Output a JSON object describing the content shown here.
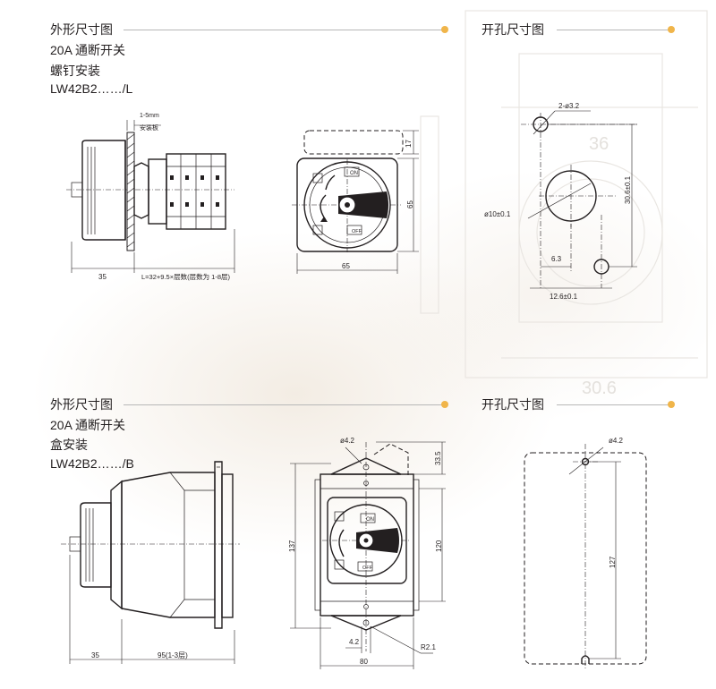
{
  "top": {
    "outline_title": "外形尺寸图",
    "cutout_title": "开孔尺寸图",
    "lines": [
      "20A 通断开关",
      "螺钉安装",
      "LW42B2……/L"
    ],
    "side_view": {
      "panel_label_1": "1-5mm",
      "panel_label_2": "安装板",
      "dim_left": "35",
      "dim_length": "L=32+9.5×层数(层数为 1-8层)"
    },
    "front_view": {
      "dim_top": "17",
      "dim_height": "65",
      "dim_width": "65",
      "on_label": "ON",
      "off_label": "OFF"
    },
    "cutout": {
      "holes_label": "2-ø3.2",
      "center_label": "ø10±0.1",
      "dim_63": "6.3",
      "dim_126": "12.6±0.1",
      "dim_306": "30.6±0.1"
    }
  },
  "bottom": {
    "outline_title": "外形尺寸图",
    "cutout_title": "开孔尺寸图",
    "lines": [
      "20A 通断开关",
      "盒安装",
      "LW42B2……/B"
    ],
    "side_view": {
      "dim_left": "35",
      "dim_body": "95(1-3层)"
    },
    "front_view": {
      "hole_label": "ø4.2",
      "dim_335": "33.5",
      "dim_137": "137",
      "dim_120": "120",
      "dim_42": "4.2",
      "radius_label": "R2.1",
      "dim_80": "80",
      "on_label": "ON",
      "off_label": "OFF"
    },
    "cutout": {
      "hole_label": "ø4.2",
      "dim_127": "127"
    }
  },
  "watermark": {
    "text_36": "36",
    "text_306": "30.6"
  },
  "colors": {
    "accent_dot": "#f0b54a",
    "line": "#231f20",
    "rule": "#b7b7b7"
  }
}
